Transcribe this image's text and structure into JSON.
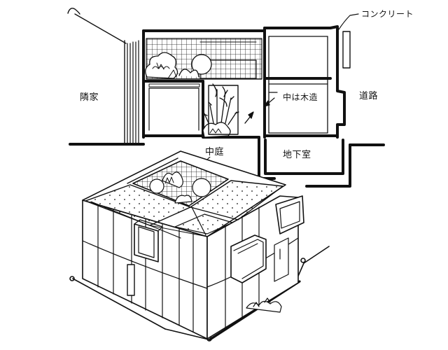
{
  "labels": {
    "concrete": "コンクリート",
    "neighbor": "隣家",
    "wood_interior": "中は木造",
    "road": "道路",
    "basement": "地下室",
    "courtyard": "中庭"
  },
  "colors": {
    "ink": "#111111",
    "paper": "#ffffff"
  }
}
